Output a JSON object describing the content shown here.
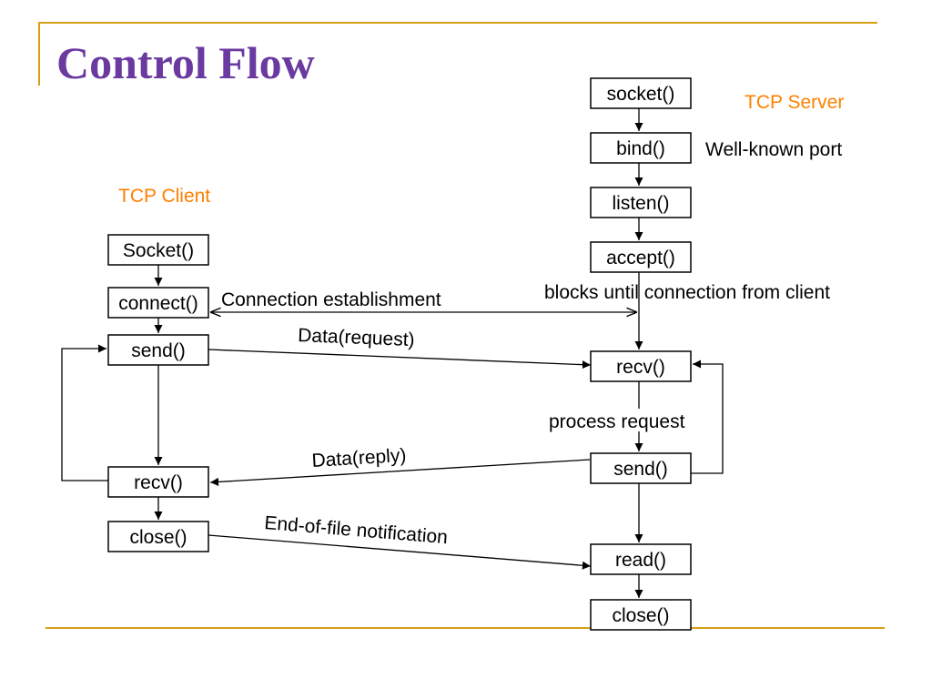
{
  "title": "Control Flow",
  "roles": {
    "server": "TCP Server",
    "client": "TCP Client"
  },
  "server": {
    "socket": "socket()",
    "bind": "bind()",
    "listen": "listen()",
    "accept": "accept()",
    "recv": "recv()",
    "send": "send()",
    "read": "read()",
    "close": "close()"
  },
  "client": {
    "socket": "Socket()",
    "connect": "connect()",
    "send": "send()",
    "recv": "recv()",
    "close": "close()"
  },
  "labels": {
    "well_known_port": "Well-known port",
    "connection_establishment": "Connection establishment",
    "blocks_until": "blocks until connection from client",
    "data_request": "Data(request)",
    "process_request": "process request",
    "data_reply": "Data(reply)",
    "eof_notification": "End-of-file notification"
  },
  "colors": {
    "title": "#6a3aa0",
    "role": "#ff8000",
    "rule": "#d4a017"
  }
}
